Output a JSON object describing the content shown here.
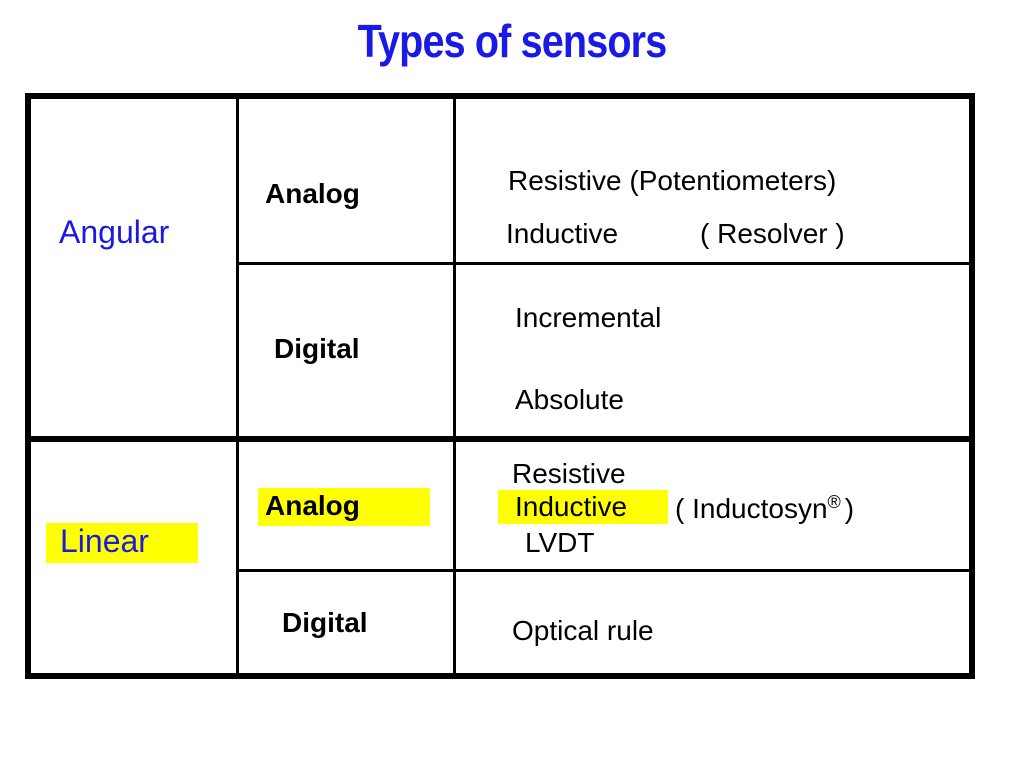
{
  "title": "Types of sensors",
  "colors": {
    "title": "#1a1ae6",
    "category": "#1a1ae6",
    "highlight": "#ffff00",
    "text": "#000000"
  },
  "angular": {
    "label": "Angular",
    "analog": {
      "label": "Analog",
      "items": [
        "Resistive (Potentiometers)",
        "Inductive",
        "( Resolver )"
      ]
    },
    "digital": {
      "label": "Digital",
      "items": [
        "Incremental",
        "Absolute"
      ]
    }
  },
  "linear": {
    "label": "Linear",
    "analog": {
      "label": "Analog",
      "items": [
        "Resistive",
        "Inductive",
        "( Inductosyn",
        "®",
        ")",
        "LVDT"
      ]
    },
    "digital": {
      "label": "Digital",
      "items": [
        "Optical rule"
      ]
    }
  }
}
